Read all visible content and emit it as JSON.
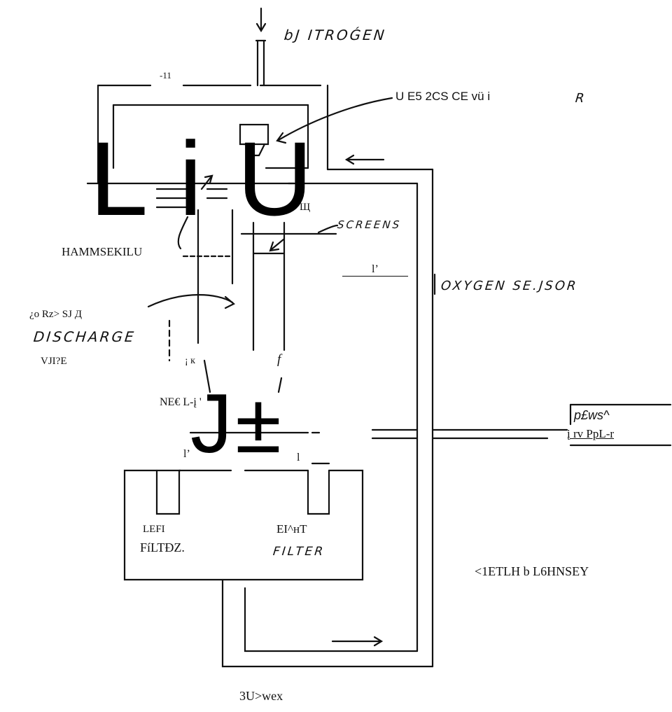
{
  "labels": {
    "nitrogen": "bJ ITROǴEN",
    "dim_mark": "-11",
    "upper_right": "U E5 2CS CE vü i",
    "upper_right_r": "R",
    "big_liu": "L i U",
    "sha": "Щ",
    "screens": "SCREENS",
    "hammsekilu": "HAMMSEKILU",
    "tick_l": "l’",
    "oxygen_sensor": "OXYGEN SE.JSOR",
    "discharge_top": "¿o Rz> SJ Д",
    "discharge": "DISCHARGE",
    "discharge_valve": "VJI?E",
    "small_k": "¡ к",
    "small_f": "f",
    "neck": "NE€ L-į '",
    "big_j": "J±",
    "left_tick": "l’",
    "right_tick": "l",
    "pws": "p£ws^",
    "pipe_label": "į rv PpL-r",
    "left_filter_1": "LEFI",
    "left_filter_2": "FíLTĐZ.",
    "right_filter_1": "EI^нT",
    "right_filter_2": "FILTER",
    "author": "<1ETLH b L6HNSEY",
    "footer": "3U>wex"
  },
  "colors": {
    "ink": "#111111",
    "background": "#ffffff"
  }
}
